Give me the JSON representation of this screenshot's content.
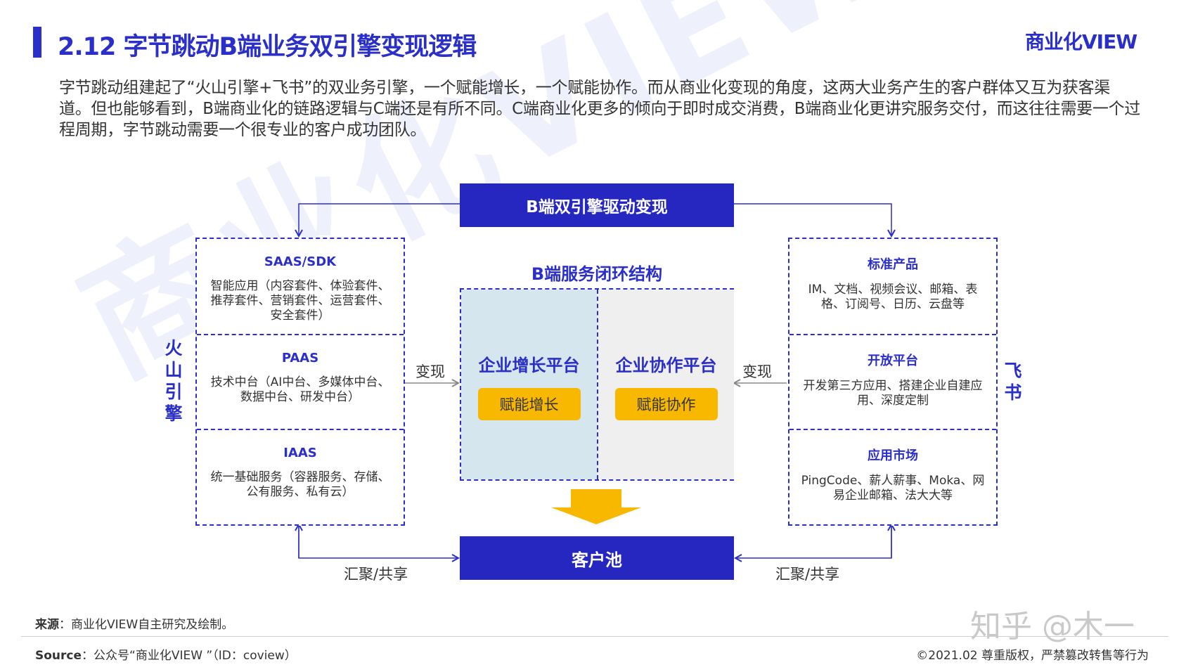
{
  "header": {
    "title": "2.12 字节跳动B端业务双引擎变现逻辑",
    "brand": "商业化VIEW"
  },
  "intro": "字节跳动组建起了“火山引擎+飞书”的双业务引擎，一个赋能增长，一个赋能协作。而从商业化变现的角度，这两大业务产生的客户群体又互为获客渠道。但也能够看到，B端商业化的链路逻辑与C端还是有所不同。C端商业化更多的倾向于即时成交消费，B端商业化更讲究服务交付，而这往往需要一个过程周期，字节跳动需要一个很专业的客户成功团队。",
  "watermark": "商业化VIEW",
  "diagram": {
    "top_box": "B端双引擎驱动变现",
    "center_title": "B端服务闭环结构",
    "growth": {
      "title": "企业增长平台",
      "pill": "赋能增长"
    },
    "collab": {
      "title": "企业协作平台",
      "pill": "赋能协作"
    },
    "pool_box": "客户池",
    "left_label": "火山引擎",
    "right_label": "飞书",
    "left_monetize": "变现",
    "right_monetize": "变现",
    "left_share": "汇聚/共享",
    "right_share": "汇聚/共享",
    "left_cells": [
      {
        "title": "SAAS/SDK",
        "desc": "智能应用（内容套件、体验套件、推荐套件、营销套件、运营套件、安全套件）"
      },
      {
        "title": "PAAS",
        "desc": "技术中台（AI中台、多媒体中台、数据中台、研发中台）"
      },
      {
        "title": "IAAS",
        "desc": "统一基础服务（容器服务、存储、公有服务、私有云）"
      }
    ],
    "right_cells": [
      {
        "title": "标准产品",
        "desc": "IM、文档、视频会议、邮箱、表格、订阅号、日历、云盘等"
      },
      {
        "title": "开放平台",
        "desc": "开发第三方应用、搭建企业自建应用、深度定制"
      },
      {
        "title": "应用市场",
        "desc": "PingCode、薪人薪事、Moka、网易企业邮箱、法大大等"
      }
    ],
    "colors": {
      "brand_blue": "#2527c0",
      "pill_yellow": "#f8b800",
      "growth_bg": "#d5e6ee",
      "collab_bg": "#efefef"
    }
  },
  "footer": {
    "note_label": "来源",
    "note_text": "：商业化VIEW自主研究及绘制。",
    "source_label": "Source",
    "source_text": "：公众号“商业化VIEW ”（ID：coview）",
    "copyright": "©2021.02 尊重版权，严禁篡改转售等行为",
    "zhihu": "知乎 @木一"
  }
}
